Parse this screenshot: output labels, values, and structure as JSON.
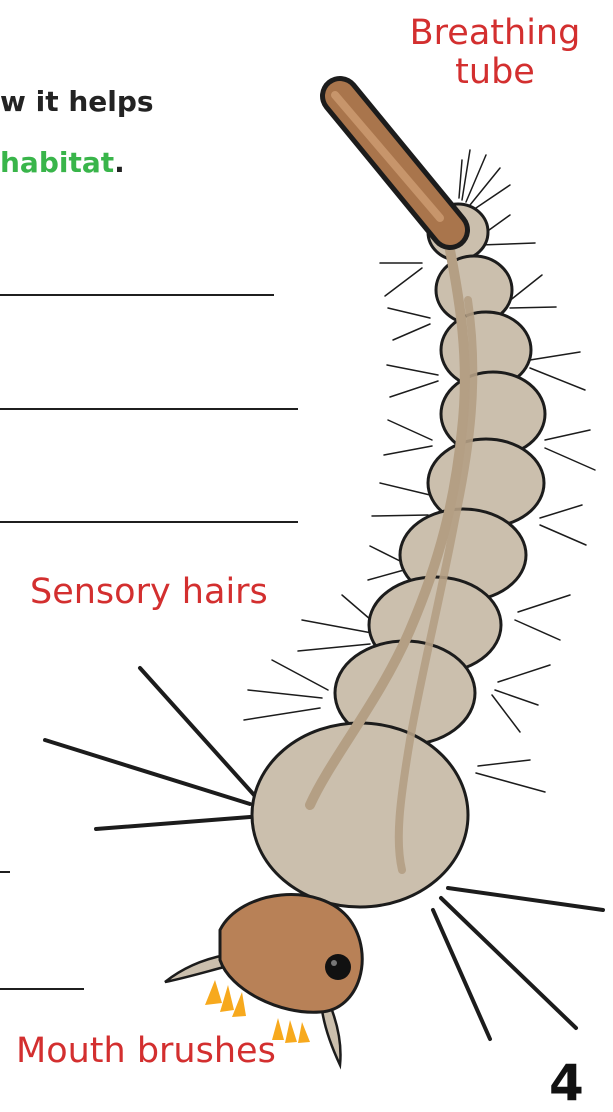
{
  "text": {
    "top_line1": "w it helps",
    "top_line2_word": "habitat",
    "top_line2_period": "."
  },
  "labels": {
    "breathing_tube_line1": "Breathing",
    "breathing_tube_line2": "tube",
    "sensory_hairs": "Sensory hairs",
    "mouth_brushes": "Mouth brushes"
  },
  "page_number": "4",
  "colors": {
    "label_red": "#d32f2f",
    "green_text": "#39b54a",
    "body_tan": "#cbbfad",
    "body_dark_tan": "#b49f84",
    "tube_brown": "#a9754c",
    "head_brown": "#b88157",
    "outline": "#1c1c1c",
    "brush_yellow": "#f7a91d"
  }
}
